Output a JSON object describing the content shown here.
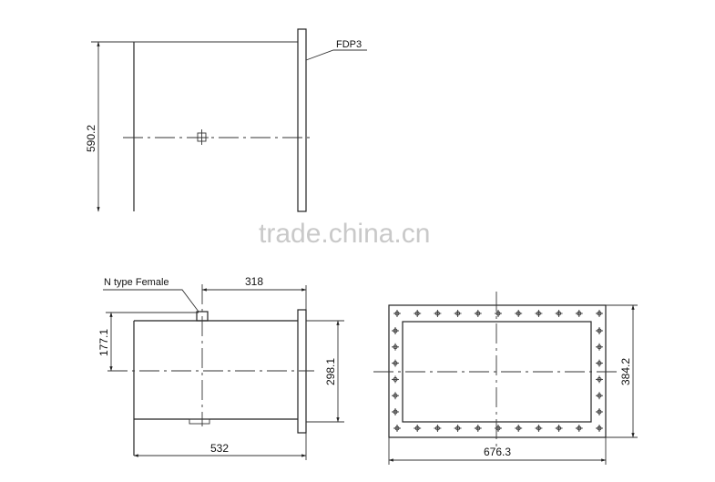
{
  "labels": {
    "part_code": "FDP3",
    "connector": "N type Female",
    "watermark": "trade.china.cn"
  },
  "dimensions": {
    "top_height": "590.2",
    "connector_offset_x": "318",
    "connector_offset_y": "177.1",
    "side_height": "298.1",
    "side_length": "532",
    "flange_height": "384.2",
    "flange_width": "676.3"
  }
}
